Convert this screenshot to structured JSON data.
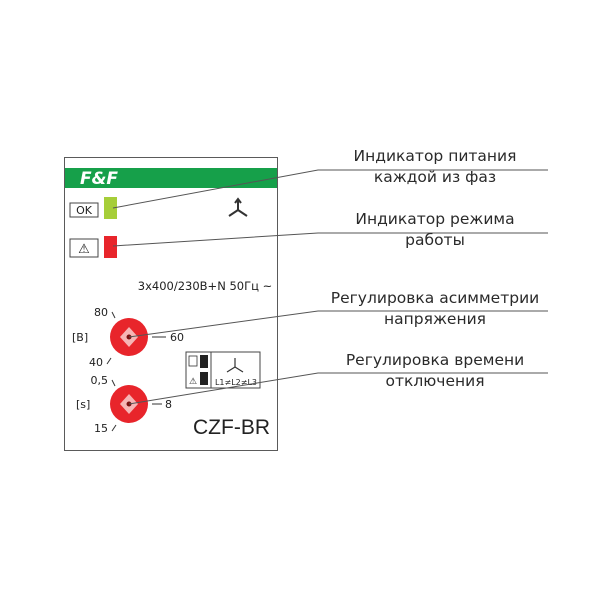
{
  "device": {
    "logo": "F&F",
    "ok_label": "OK",
    "warning_symbol": "⚠",
    "voltage_rating": "3x400/230B+N 50Гц ~",
    "model": "CZF-BR",
    "phase_icon": "three-phase-star-icon",
    "asymmetry_knob": {
      "unit": "[B]",
      "min": "40",
      "max": "80",
      "mid": "60",
      "color": "#e8252b"
    },
    "time_knob": {
      "unit": "[s]",
      "min": "15",
      "max": "0,5",
      "mid": "8",
      "color": "#e8252b"
    },
    "diagram_label": "L1≠L2≠L3",
    "ok_led_color": "#a6ce39",
    "alarm_led_color": "#e8252b",
    "logo_color": "#16a04a"
  },
  "callouts": [
    {
      "line1": "Индикатор питания",
      "line2": "каждой из фаз"
    },
    {
      "line1": "Индикатор режима",
      "line2": "работы"
    },
    {
      "line1": "Регулировка асимметрии",
      "line2": "напряжения"
    },
    {
      "line1": "Регулировка времени",
      "line2": "отключения"
    }
  ]
}
